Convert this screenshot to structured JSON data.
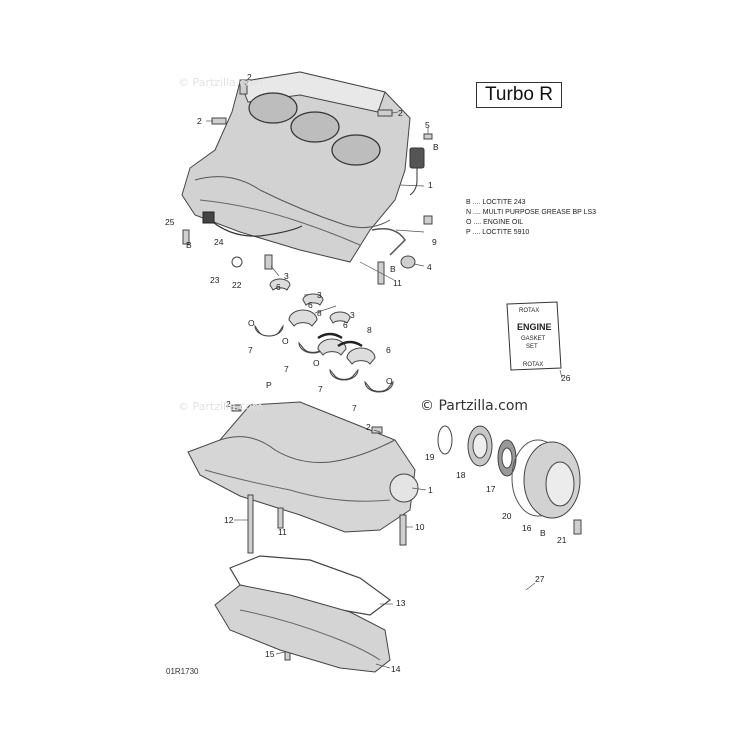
{
  "title": "Turbo R",
  "watermarks": [
    "© Partzilla.com",
    "© Partzilla.com"
  ],
  "partzilla_logo": "© Partzilla.com",
  "diagram_code": "01R1730",
  "legend": [
    {
      "code": "B",
      "text": "LOCTITE 243"
    },
    {
      "code": "N",
      "text": "MULTI PURPOSE GREASE BP LS3"
    },
    {
      "code": "O",
      "text": "ENGINE OIL"
    },
    {
      "code": "P",
      "text": "LOCTITE 5910"
    }
  ],
  "gasket_kit": {
    "brand_top": "ROTAX",
    "line1": "ENGINE",
    "line2": "GASKET",
    "line3": "SET",
    "brand_bottom": "ROTAX"
  },
  "callouts": {
    "c2a": "2",
    "c2b": "2",
    "c2c": "2",
    "c5": "5",
    "c1a": "1",
    "c8a": "8",
    "c9": "9",
    "c25": "25",
    "c24": "24",
    "c23": "23",
    "c22": "22",
    "c3a": "3",
    "c6a": "6",
    "c11": "11",
    "c4": "4",
    "c3b": "3",
    "c6b": "6",
    "c3c": "3",
    "c7a": "7",
    "c6c": "6",
    "c8b": "8",
    "c7b": "7",
    "c6d": "6",
    "c7c": "7",
    "c7d": "7",
    "c26": "26",
    "c2d": "2",
    "c2e": "2",
    "c19": "19",
    "c18": "18",
    "c17": "17",
    "c1b": "1",
    "c20": "20",
    "c16": "16",
    "c21": "21",
    "c12": "12",
    "c11b": "11",
    "c10": "10",
    "c27": "27",
    "c13": "13",
    "c15": "15",
    "c14": "14"
  },
  "symbols": {
    "b": "B",
    "o": "O",
    "p": "P",
    "n": "N"
  }
}
